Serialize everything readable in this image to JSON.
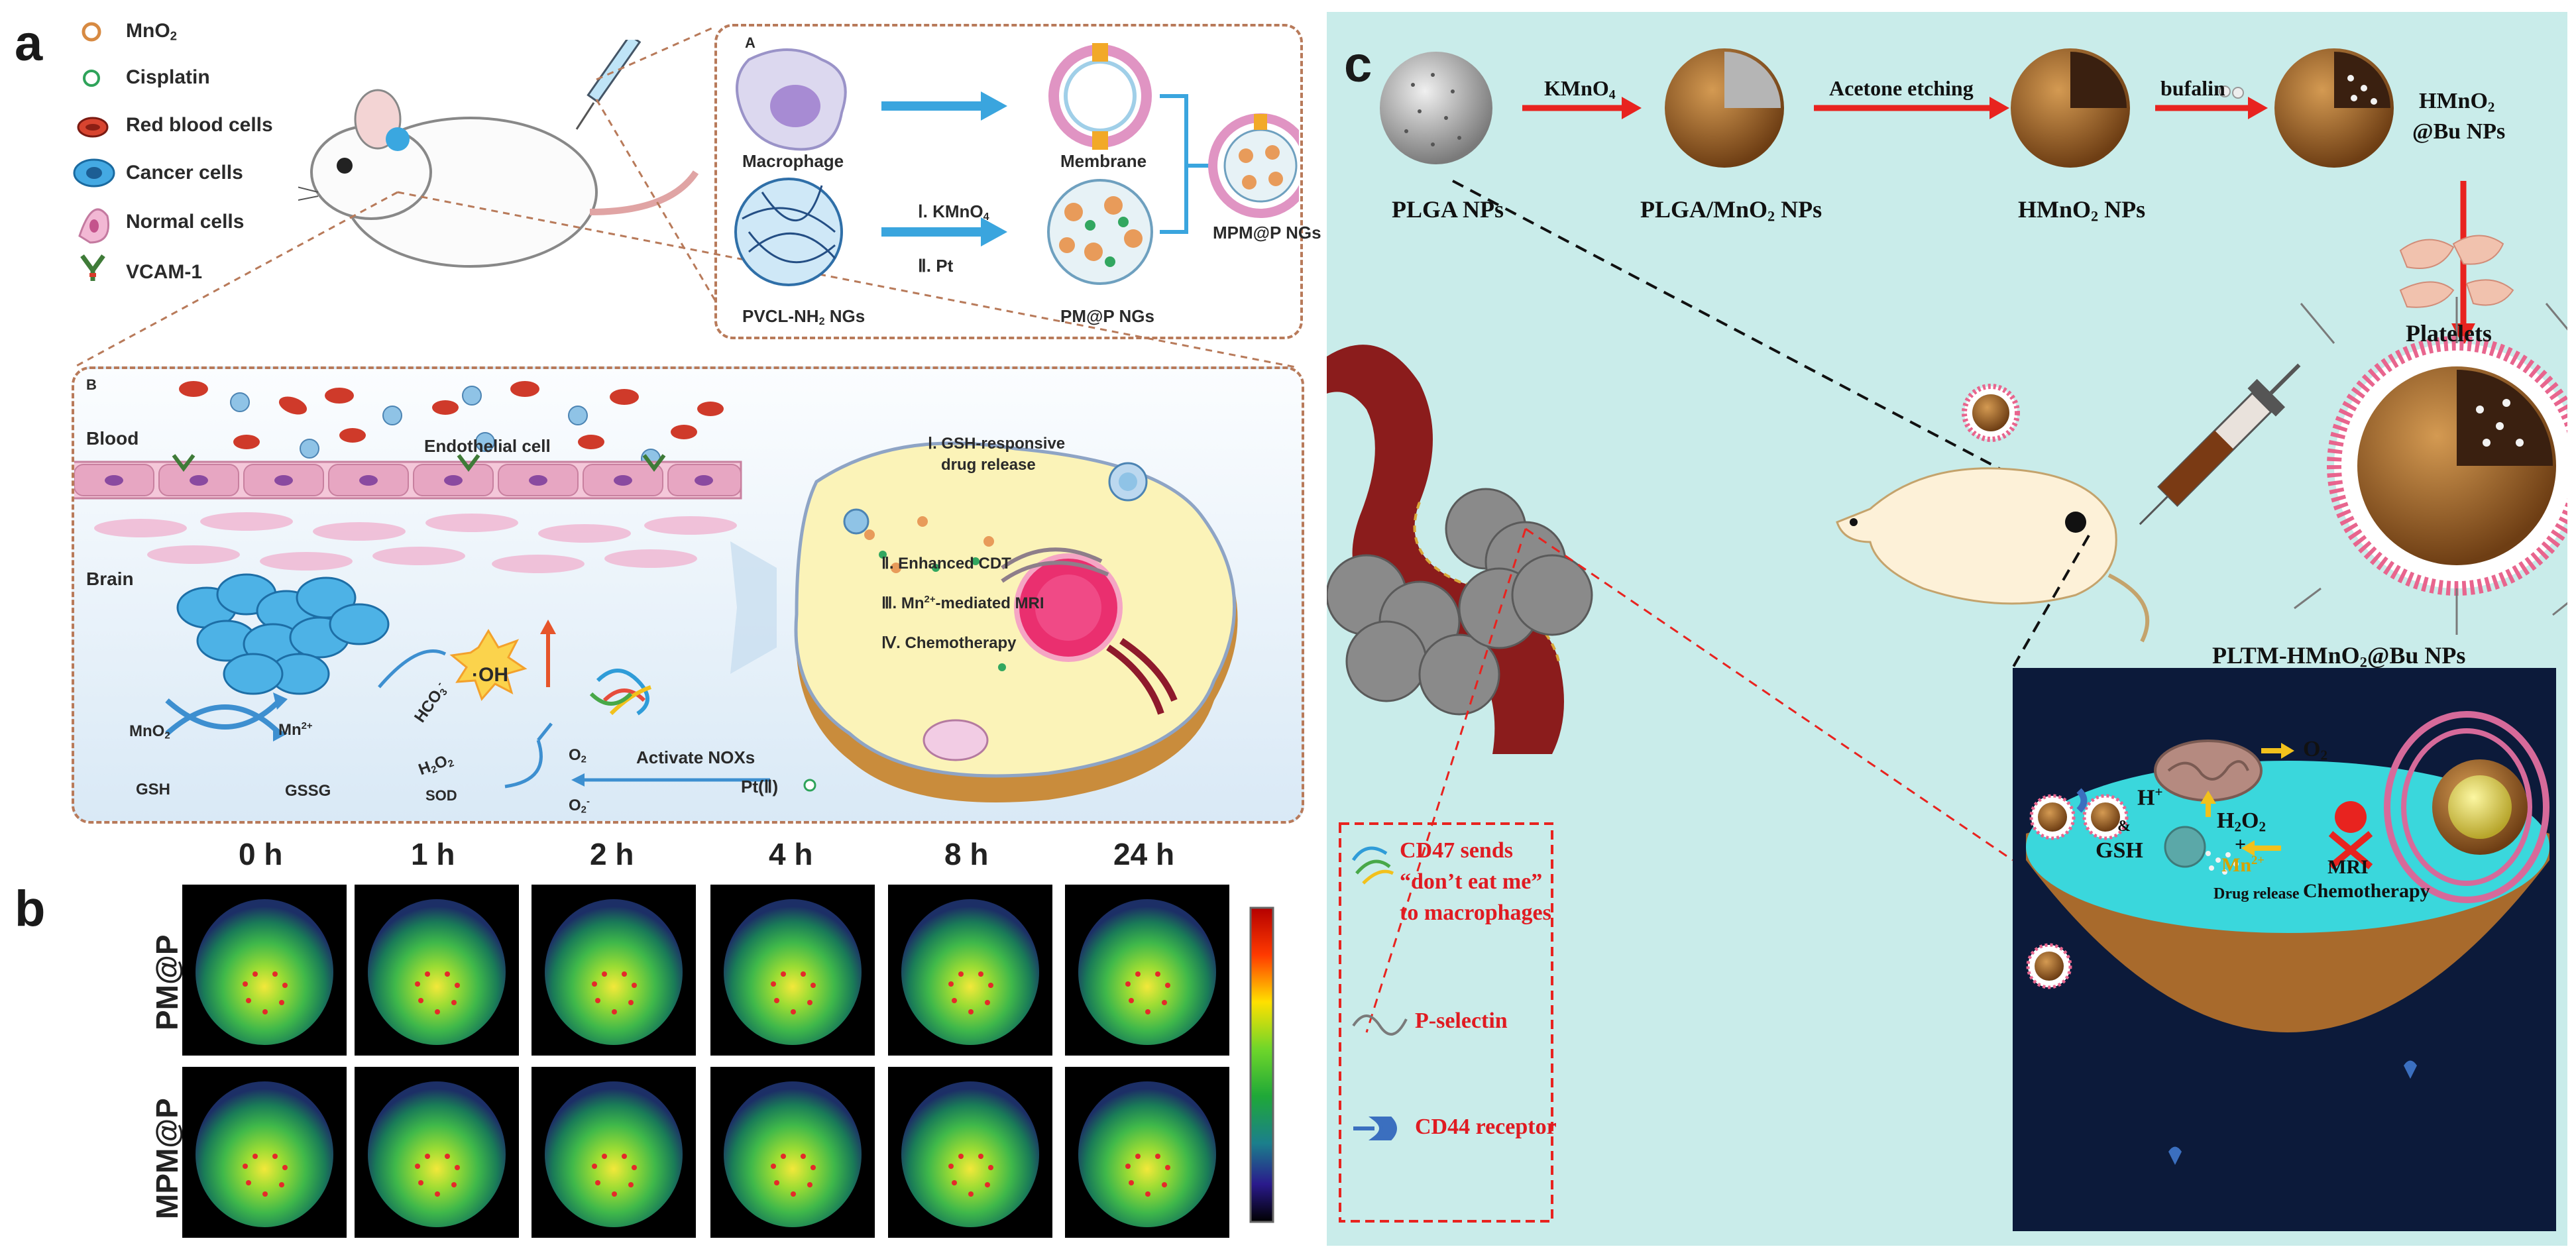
{
  "panels": {
    "a": "a",
    "b": "b",
    "c": "c"
  },
  "panel_a": {
    "legend": [
      {
        "label": "MnO",
        "sub": "2"
      },
      {
        "label": "Cisplatin"
      },
      {
        "label": "Red blood cells"
      },
      {
        "label": "Cancer cells"
      },
      {
        "label": "Normal cells"
      },
      {
        "label": "VCAM-1"
      }
    ],
    "box_A": {
      "letter": "A",
      "macrophage": "Macrophage",
      "membrane": "Membrane",
      "step1": "Ⅰ. KMnO",
      "step1_sub": "4",
      "step2": "Ⅱ. Pt",
      "pvcl": "PVCL-NH",
      "pvcl_sub": "2",
      "pvcl_suffix": " NGs",
      "pm": "PM@P NGs",
      "mpm": "MPM@P NGs"
    },
    "box_B": {
      "letter": "B",
      "blood": "Blood",
      "endothelial": "Endothelial cell",
      "brain": "Brain",
      "mno2": "MnO",
      "mno2_sub": "2",
      "mn": "Mn",
      "mn_sup": "2+",
      "gsh": "GSH",
      "gssg": "GSSG",
      "hco3": "HCO",
      "hco3_sub": "3",
      "hco3_sup": "-",
      "oh": "·OH",
      "h2o2": "H",
      "h2o2_sub1": "2",
      "h2o2_mid": "O",
      "h2o2_sub2": "2",
      "sod": "SOD",
      "o2": "O",
      "o2_sub": "2",
      "o2m": "O",
      "o2m_sub": "2",
      "o2m_sup": "-",
      "nox": "Activate NOXs",
      "pt": "Pt(Ⅱ)",
      "cell_items": [
        "Ⅰ. GSH-responsive",
        "drug release",
        "Ⅱ. Enhanced CDT",
        "Ⅲ. Mn",
        "2+",
        "-mediated MRI",
        "Ⅳ. Chemotherapy"
      ]
    }
  },
  "panel_b": {
    "times": [
      "0 h",
      "1 h",
      "2 h",
      "4 h",
      "8 h",
      "24 h"
    ],
    "rows": [
      "PM@P",
      "MPM@P"
    ]
  },
  "panel_c": {
    "steps": {
      "kmno4": "KMnO",
      "kmno4_sub": "4",
      "acetone": "Acetone etching",
      "bufalin": "bufalin"
    },
    "labels": {
      "plga": "PLGA NPs",
      "plga_mno2_a": "PLGA/MnO",
      "plga_mno2_sub": "2",
      "plga_mno2_b": " NPs",
      "hmno2_a": "HMnO",
      "hmno2_sub": "2",
      "hmno2_b": " NPs",
      "hmno2bu_1": "HMnO",
      "hmno2bu_sub": "2",
      "hmno2bu_2": "@Bu NPs",
      "platelets": "Platelets",
      "pltm_a": "PLTM-HMnO",
      "pltm_sub": "2",
      "pltm_b": "@Bu NPs"
    },
    "legend": {
      "cd47_1": "CD47 sends",
      "cd47_2": "“don’t eat me”",
      "cd47_3": "to macrophages",
      "pselectin": "P-selectin",
      "cd44": "CD44 receptor"
    },
    "cell": {
      "o2": "O",
      "o2_sub": "2",
      "h": "H",
      "h_sup": "+",
      "amp": "&",
      "gsh": "GSH",
      "h2o2": "H",
      "h2o2_sub1": "2",
      "h2o2_mid": "O",
      "h2o2_sub2": "2",
      "plus": "+",
      "mn": "Mn",
      "mn_sup": "2+",
      "mri": "MRI",
      "chemo": "Chemotherapy",
      "drug": "Drug release"
    }
  },
  "colors": {
    "dashed_border": "#b87a5a",
    "panel_c_bg": "#c9ecea",
    "red_arrow": "#e8231f",
    "legend_red": "#e01b22",
    "nanoparticle_brown": "#a86a2c",
    "blood_vessel": "#8b1c1c",
    "inner_box": "#0c1a3a",
    "cell_cyan": "#3ad7dc"
  }
}
